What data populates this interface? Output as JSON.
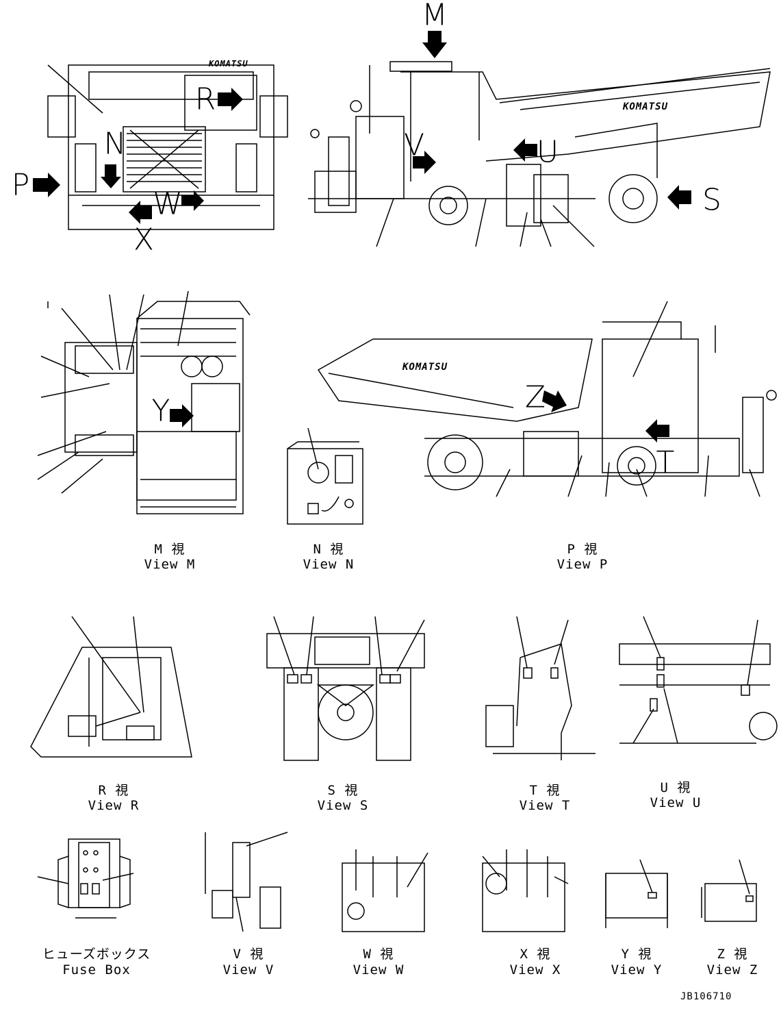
{
  "brand": "KOMATSU",
  "arrow_letters": {
    "M": "M",
    "N": "N",
    "P": "P",
    "R": "R",
    "S": "S",
    "T": "T",
    "U": "U",
    "V": "V",
    "W": "W",
    "X": "X",
    "Y": "Y",
    "Z": "Z"
  },
  "views": [
    {
      "id": "M",
      "jp": "M 視",
      "en": "View M"
    },
    {
      "id": "N",
      "jp": "N 視",
      "en": "View N"
    },
    {
      "id": "P",
      "jp": "P 視",
      "en": "View P"
    },
    {
      "id": "R",
      "jp": "R 視",
      "en": "View R"
    },
    {
      "id": "S",
      "jp": "S 視",
      "en": "View S"
    },
    {
      "id": "T",
      "jp": "T 視",
      "en": "View T"
    },
    {
      "id": "U",
      "jp": "U 視",
      "en": "View U"
    },
    {
      "id": "fuse",
      "jp": "ヒューズボックス",
      "en": "Fuse Box"
    },
    {
      "id": "V",
      "jp": "V 視",
      "en": "View V"
    },
    {
      "id": "W",
      "jp": "W 視",
      "en": "View W"
    },
    {
      "id": "X",
      "jp": "X 視",
      "en": "View X"
    },
    {
      "id": "Y",
      "jp": "Y 視",
      "en": "View Y"
    },
    {
      "id": "Z",
      "jp": "Z 視",
      "en": "View Z"
    }
  ],
  "drawing_code": "JB106710"
}
